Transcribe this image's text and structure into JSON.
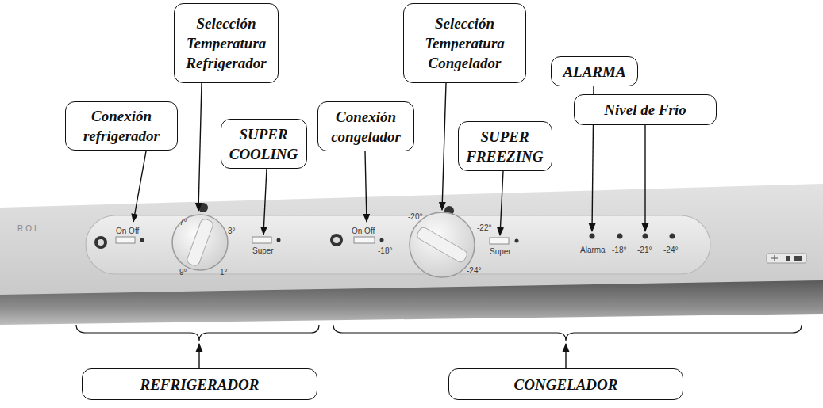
{
  "diagram": {
    "nodes": [
      {
        "text": [
          "Conexión refrigerador"
        ]
      },
      {
        "text": [
          "Selección Temperatura Refrigerador"
        ]
      },
      {
        "text": [
          "SUPER COOLING"
        ]
      },
      {
        "text": [
          "Conexión congelador"
        ]
      },
      {
        "text": [
          "Selección Temperatura Congelador"
        ]
      },
      {
        "text": [
          "SUPER FREEZING"
        ]
      },
      {
        "text": [
          "ALARMA"
        ]
      },
      {
        "text": [
          "Nivel de Frío"
        ]
      },
      {
        "text": [
          "REFRIGERADOR"
        ]
      },
      {
        "text": [
          "CONGELADOR"
        ]
      }
    ],
    "labels": [
      "ROL",
      "On Off",
      "7°",
      "3°",
      "9°",
      "1°",
      "Super",
      "On Off",
      "-18°",
      "-20°",
      "-22°",
      "-24°",
      "Super",
      "Alarma",
      "-18°",
      "-21°",
      "-24°"
    ]
  }
}
